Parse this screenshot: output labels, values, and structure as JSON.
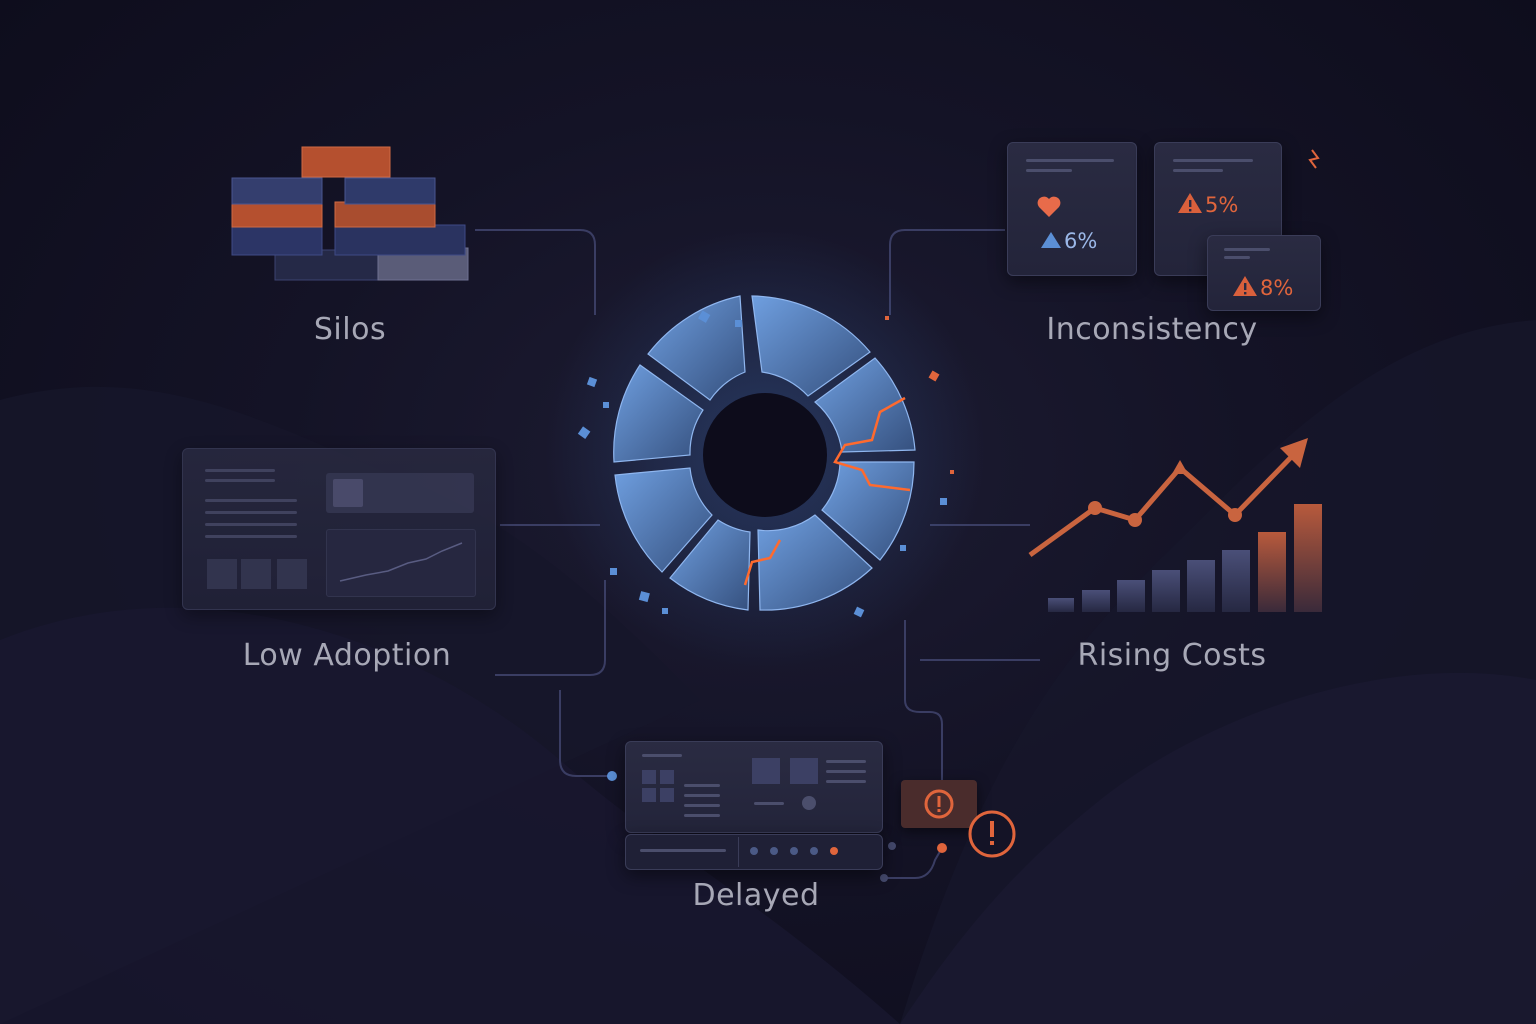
{
  "nodes": {
    "silos": {
      "label": "Silos"
    },
    "inconsistency": {
      "label": "Inconsistency",
      "cards": [
        {
          "metric": "6%"
        },
        {
          "metric": "5%"
        },
        {
          "metric": "8%"
        }
      ]
    },
    "low_adoption": {
      "label": "Low Adoption"
    },
    "rising_costs": {
      "label": "Rising Costs"
    },
    "delayed": {
      "label": "Delayed"
    }
  },
  "colors": {
    "background": "#141326",
    "accent_blue": "#5b8fd6",
    "accent_orange": "#e0653c",
    "label_text": "#a7a8b6"
  },
  "icons": [
    "heart-icon",
    "triangle-up-icon",
    "warning-icon",
    "alert-icon"
  ]
}
